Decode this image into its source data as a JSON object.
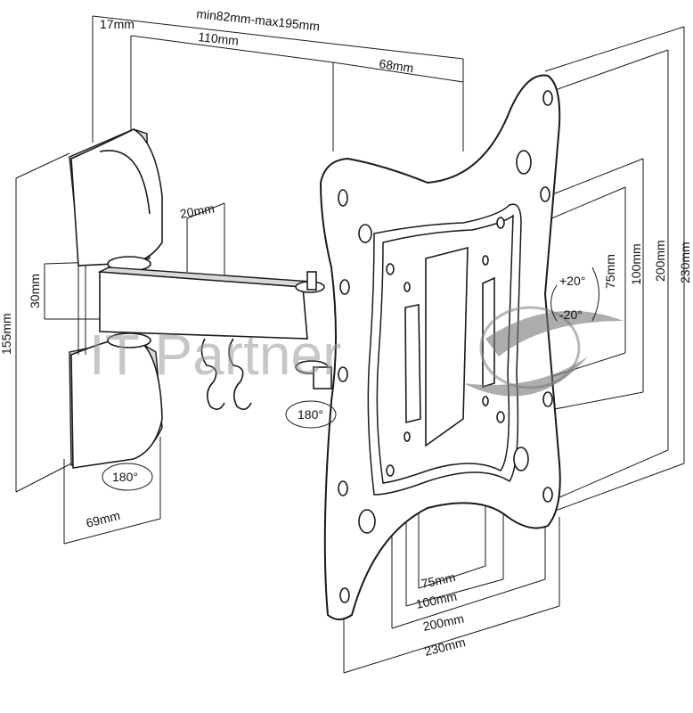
{
  "dimensions": {
    "range_width": "min82mm-max195mm",
    "wall_offset": "17mm",
    "arm_length": "110mm",
    "plate_depth": "68mm",
    "arm_thickness": "20mm",
    "arm_height": "30mm",
    "wall_plate_height": "155mm",
    "wall_plate_width": "69mm",
    "vesa_h_75": "75mm",
    "vesa_h_100": "100mm",
    "vesa_h_200": "200mm",
    "vesa_h_230": "230mm",
    "vesa_v_75": "75mm",
    "vesa_v_100": "100mm",
    "vesa_v_200": "200mm",
    "vesa_v_230": "230mm"
  },
  "rotation": {
    "wall_swivel": "180°",
    "arm_swivel": "180°",
    "tilt_up": "+20°",
    "tilt_down": "-20°"
  },
  "watermark": "IT Partner"
}
